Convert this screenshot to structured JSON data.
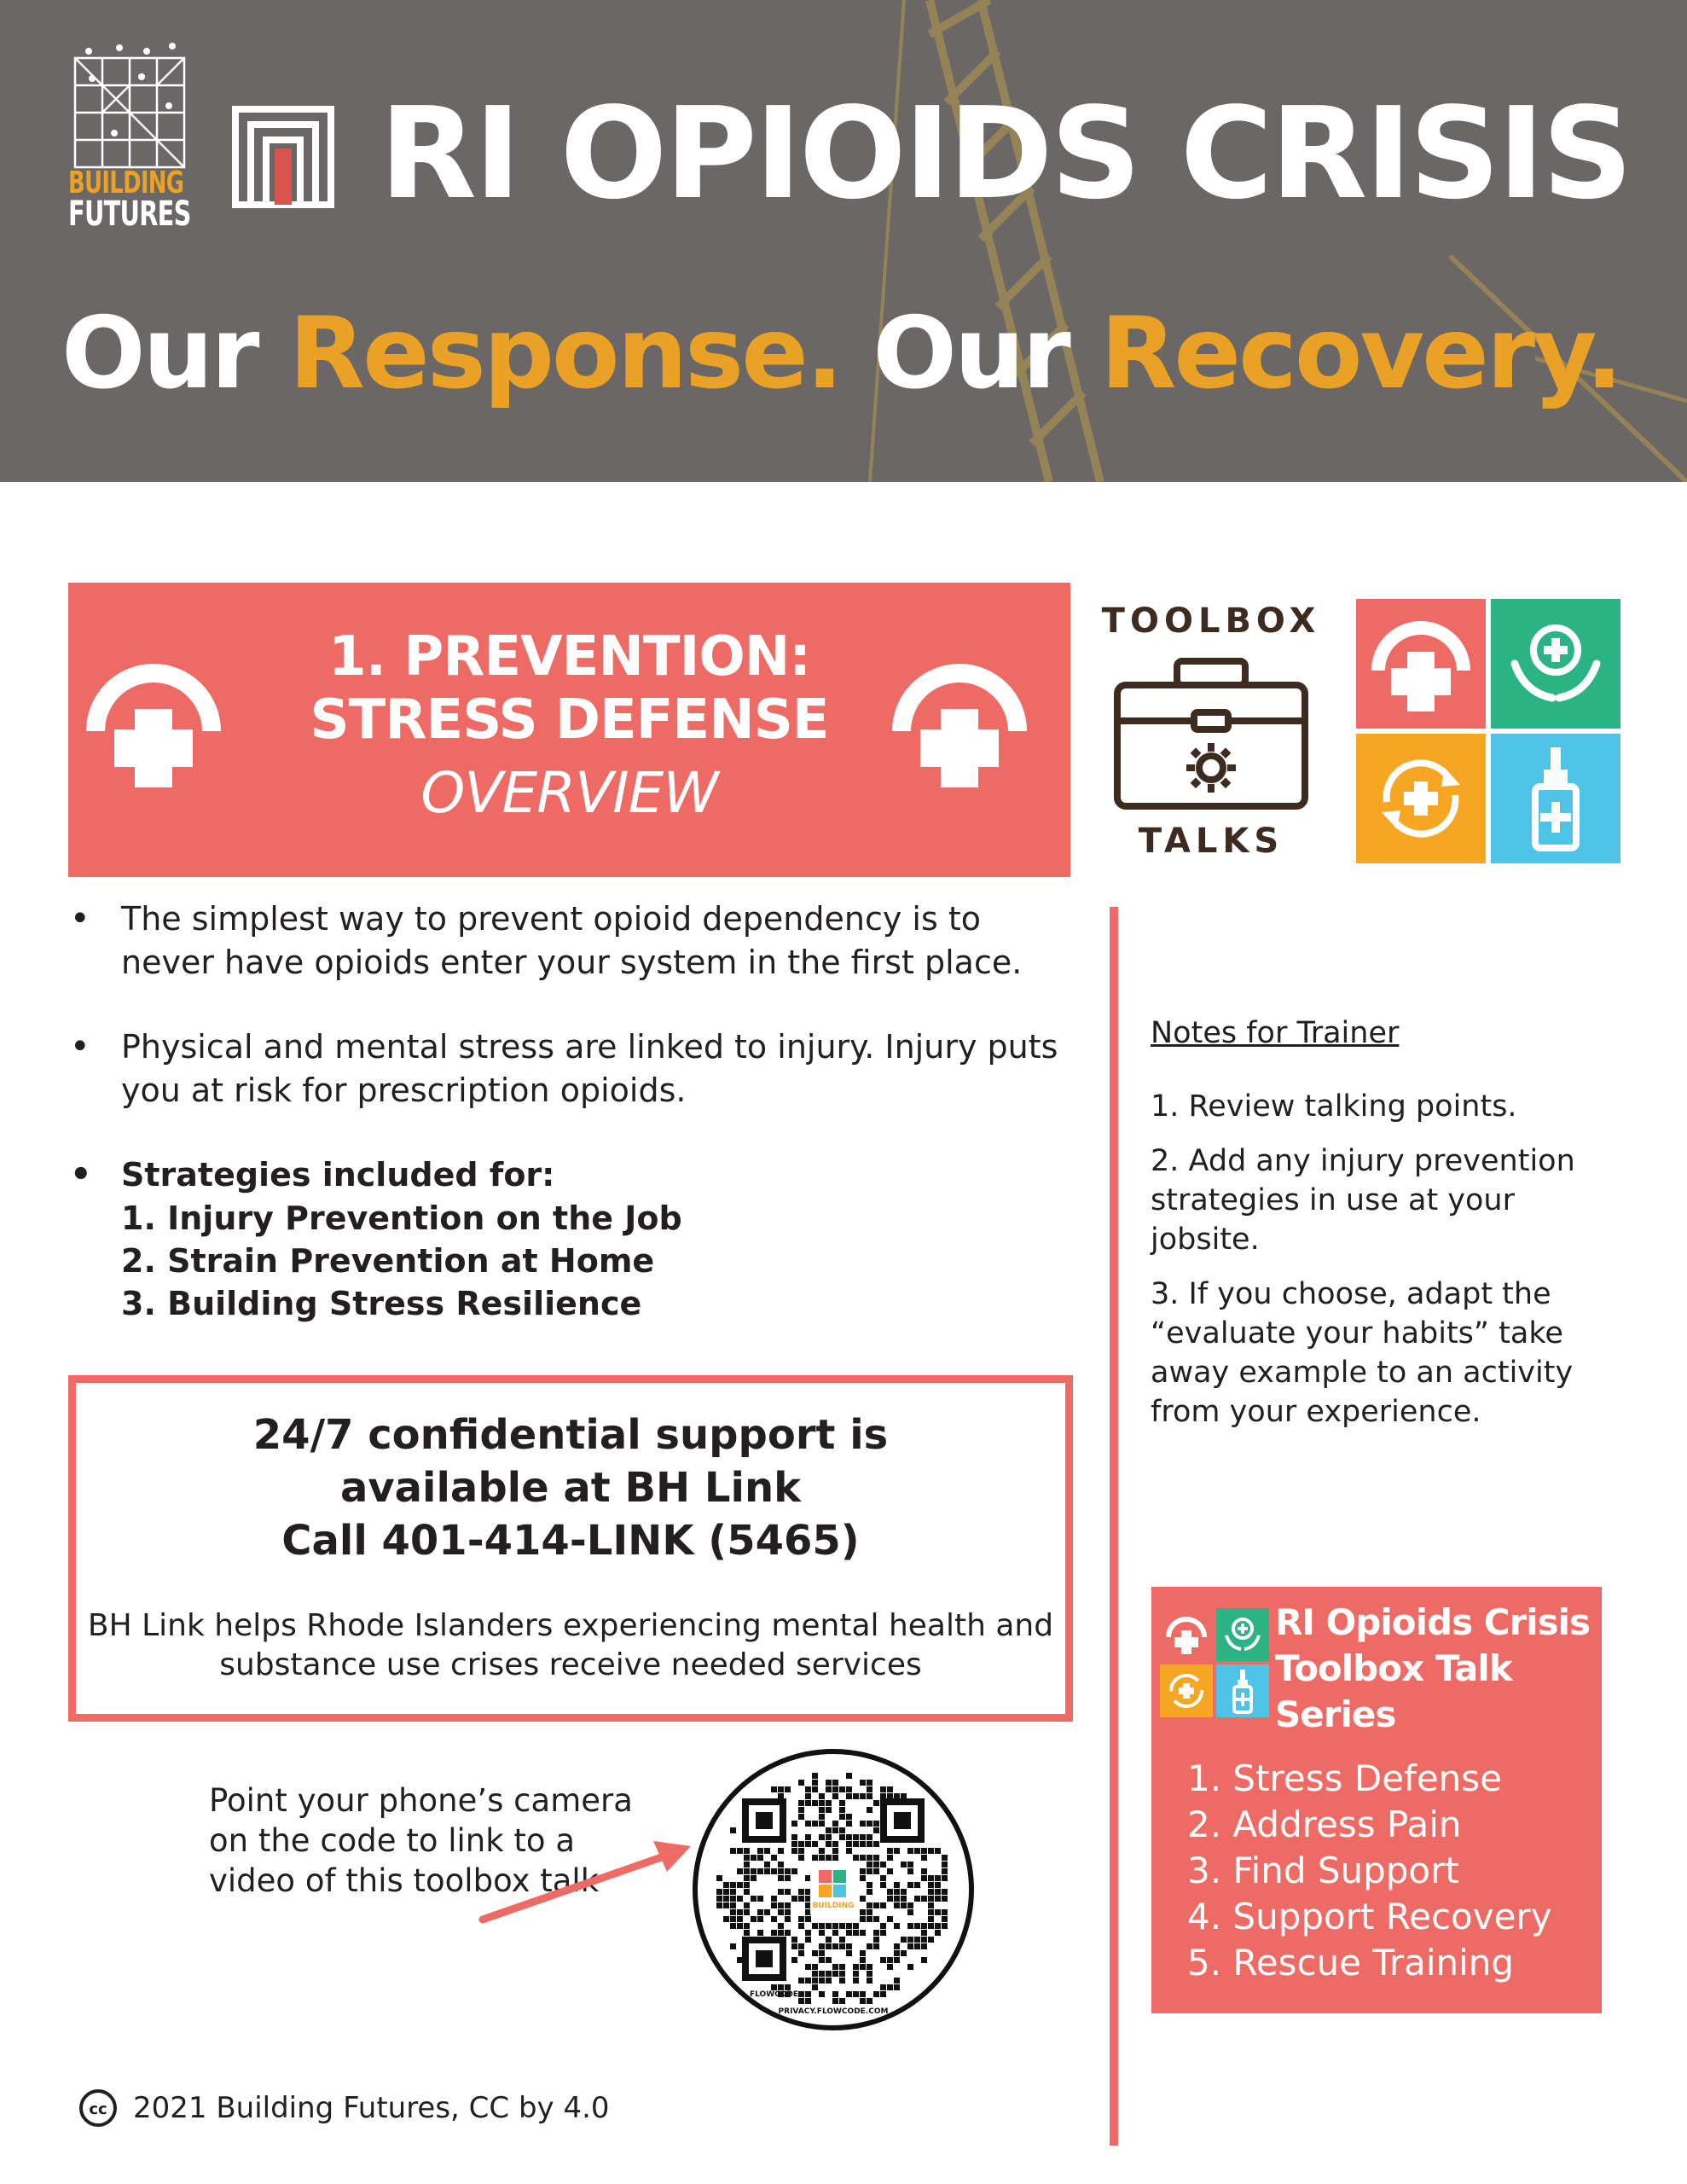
{
  "header": {
    "logo_word_1": "BUILDING",
    "logo_word_2": "FUTURES",
    "title": "RI OPIOIDS CRISIS",
    "subtitle_part1": "Our ",
    "subtitle_part2": "Response.",
    "subtitle_part3": " Our ",
    "subtitle_part4": "Recovery."
  },
  "banner": {
    "line1": "1. PREVENTION:",
    "line2": "STRESS DEFENSE",
    "overview": "OVERVIEW"
  },
  "toolbox_logo": {
    "word_top": "TOOLBOX",
    "word_bottom": "TALKS"
  },
  "bullets": [
    "The simplest way to prevent opioid dependency is to never have opioids enter your system in the first place.",
    "Physical and mental stress are linked to injury. Injury puts you at risk for prescription opioids.",
    "Strategies included for:"
  ],
  "strategies": [
    "1. Injury Prevention on the Job",
    "2. Strain Prevention at Home",
    "3. Building Stress Resilience"
  ],
  "bh_link": {
    "line1": "24/7 confidential support is",
    "line2": "available at BH Link",
    "line3": "Call 401-414-LINK (5465)",
    "description": "BH Link helps Rhode Islanders experiencing mental health and substance use crises receive needed services"
  },
  "qr": {
    "caption": "Point your phone’s camera on the code to link to a video of this toolbox talk",
    "brand_left": "FLOWCODE",
    "brand_bottom": "PRIVACY.FLOWCODE.COM"
  },
  "footer": {
    "text": "2021 Building Futures, CC by 4.0",
    "cc_symbol": "cc"
  },
  "notes": {
    "title": "Notes for Trainer",
    "items": [
      "1. Review talking points.",
      "2. Add any injury prevention strategies in use at your jobsite.",
      "3. If you choose, adapt the “evaluate your habits” take away example to an activity from your experience."
    ]
  },
  "series": {
    "title": "RI Opioids Crisis Toolbox Talk Series",
    "items": [
      "1. Stress Defense",
      "2. Address Pain",
      "3. Find Support",
      "4. Support Recovery",
      "5. Rescue Training"
    ]
  },
  "colors": {
    "coral": "#ee6a64",
    "green": "#2bb383",
    "orange": "#f6a623",
    "blue": "#4fc3e6",
    "header_gray": "#6a6766",
    "brand_orange": "#e9a126"
  },
  "icons": [
    "scaffold-logo-icon",
    "doorway-icon",
    "first-aid-cross-icon",
    "toolbox-gear-icon",
    "hands-cross-icon",
    "recovery-cycle-icon",
    "naloxone-spray-icon",
    "qr-code-icon",
    "arrow-icon",
    "creative-commons-icon"
  ]
}
